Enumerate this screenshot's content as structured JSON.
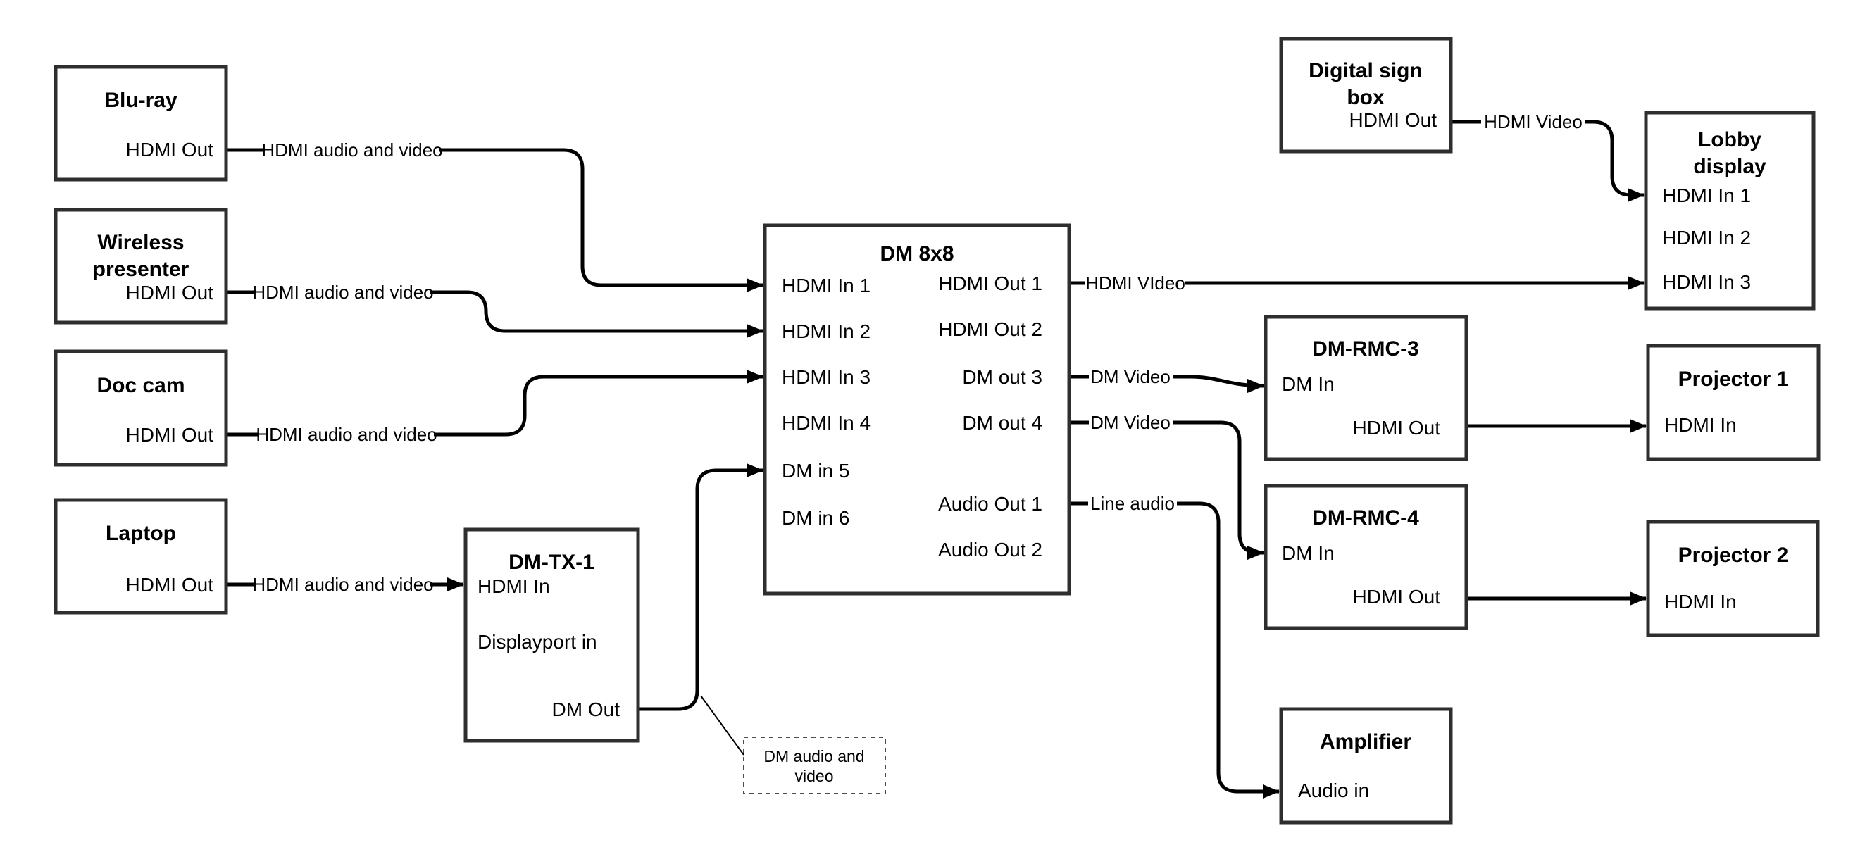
{
  "diagram": {
    "nodes": {
      "bluray": {
        "title": "Blu-ray",
        "port_hdmi_out": "HDMI Out"
      },
      "wireless": {
        "title_line1": "Wireless",
        "title_line2": "presenter",
        "port_hdmi_out": "HDMI Out"
      },
      "doccam": {
        "title": "Doc cam",
        "port_hdmi_out": "HDMI Out"
      },
      "laptop": {
        "title": "Laptop",
        "port_hdmi_out": "HDMI Out"
      },
      "dmtx1": {
        "title": "DM-TX-1",
        "port_hdmi_in": "HDMI In",
        "port_displayport_in": "Displayport in",
        "port_dm_out": "DM Out"
      },
      "dm8x8": {
        "title": "DM 8x8",
        "in1": "HDMI In 1",
        "in2": "HDMI In 2",
        "in3": "HDMI In 3",
        "in4": "HDMI In 4",
        "in5": "DM in 5",
        "in6": "DM in 6",
        "out1": "HDMI Out 1",
        "out2": "HDMI Out 2",
        "out3": "DM out 3",
        "out4": "DM out 4",
        "aout1": "Audio Out 1",
        "aout2": "Audio Out 2"
      },
      "signbox": {
        "title_line1": "Digital sign",
        "title_line2": "box",
        "port_hdmi_out": "HDMI Out"
      },
      "lobby": {
        "title_line1": "Lobby",
        "title_line2": "display",
        "in1": "HDMI In 1",
        "in2": "HDMI In 2",
        "in3": "HDMI In 3"
      },
      "rmc3": {
        "title": "DM-RMC-3",
        "port_dm_in": "DM In",
        "port_hdmi_out": "HDMI Out"
      },
      "proj1": {
        "title": "Projector 1",
        "port_hdmi_in": "HDMI In"
      },
      "rmc4": {
        "title": "DM-RMC-4",
        "port_dm_in": "DM In",
        "port_hdmi_out": "HDMI Out"
      },
      "proj2": {
        "title": "Projector 2",
        "port_hdmi_in": "HDMI In"
      },
      "amplifier": {
        "title": "Amplifier",
        "port_audio_in": "Audio in"
      }
    },
    "wire_labels": {
      "hdmi_av": "HDMI audio and video",
      "hdmi_video_caps": "HDMI VIdeo",
      "hdmi_video": "HDMI Video",
      "dm_video": "DM Video",
      "line_audio": "Line audio"
    },
    "note": {
      "line1": "DM audio and",
      "line2": "video"
    },
    "colors": {
      "wire": "#000000",
      "box_border": "#2e2e2e",
      "background": "#ffffff",
      "text": "#000000"
    }
  }
}
